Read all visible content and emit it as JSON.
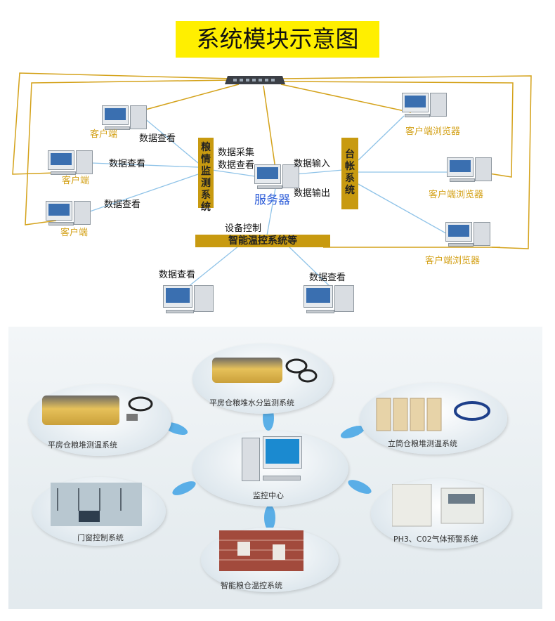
{
  "title": "系统模块示意图",
  "upper": {
    "clients_left": [
      "客户端",
      "客户端",
      "客户端"
    ],
    "clients_right": [
      "客户端浏览器",
      "客户端浏览器",
      "客户端浏览器"
    ],
    "edge_labels": {
      "data_view": "数据查看",
      "data_collect": "数据采集",
      "data_input": "数据输入",
      "data_output": "数据输出",
      "device_control": "设备控制"
    },
    "grain_bar": [
      "粮",
      "情",
      "监",
      "测",
      "系",
      "统"
    ],
    "ledger_bar": [
      "台",
      "帐",
      "系",
      "统"
    ],
    "server_label": "服务器",
    "temp_control_bar": "智能温控系统等",
    "bottom_labels": [
      "数据查看",
      "数据查看"
    ]
  },
  "lower": {
    "center": "监控中心",
    "modules": [
      "平房仓粮堆水分监测系统",
      "平房仓粮堆测温系统",
      "立筒仓粮堆测温系统",
      "门窗控制系统",
      "PH3、C02气体预警系统",
      "智能粮仓温控系统"
    ]
  },
  "colors": {
    "title_bg": "#ffef00",
    "bar_bg": "#c89a10",
    "client_text": "#d4a21a",
    "server_text": "#2b5bd8",
    "wire": "#d4a21a",
    "link": "#8fc3e8",
    "leaf": "#4ba8e6"
  },
  "icons": [
    "switch-icon",
    "computer-icon",
    "grain-sensor-icon",
    "silo-icon",
    "gas-alarm-icon",
    "window-icon",
    "brick-wall-icon"
  ]
}
